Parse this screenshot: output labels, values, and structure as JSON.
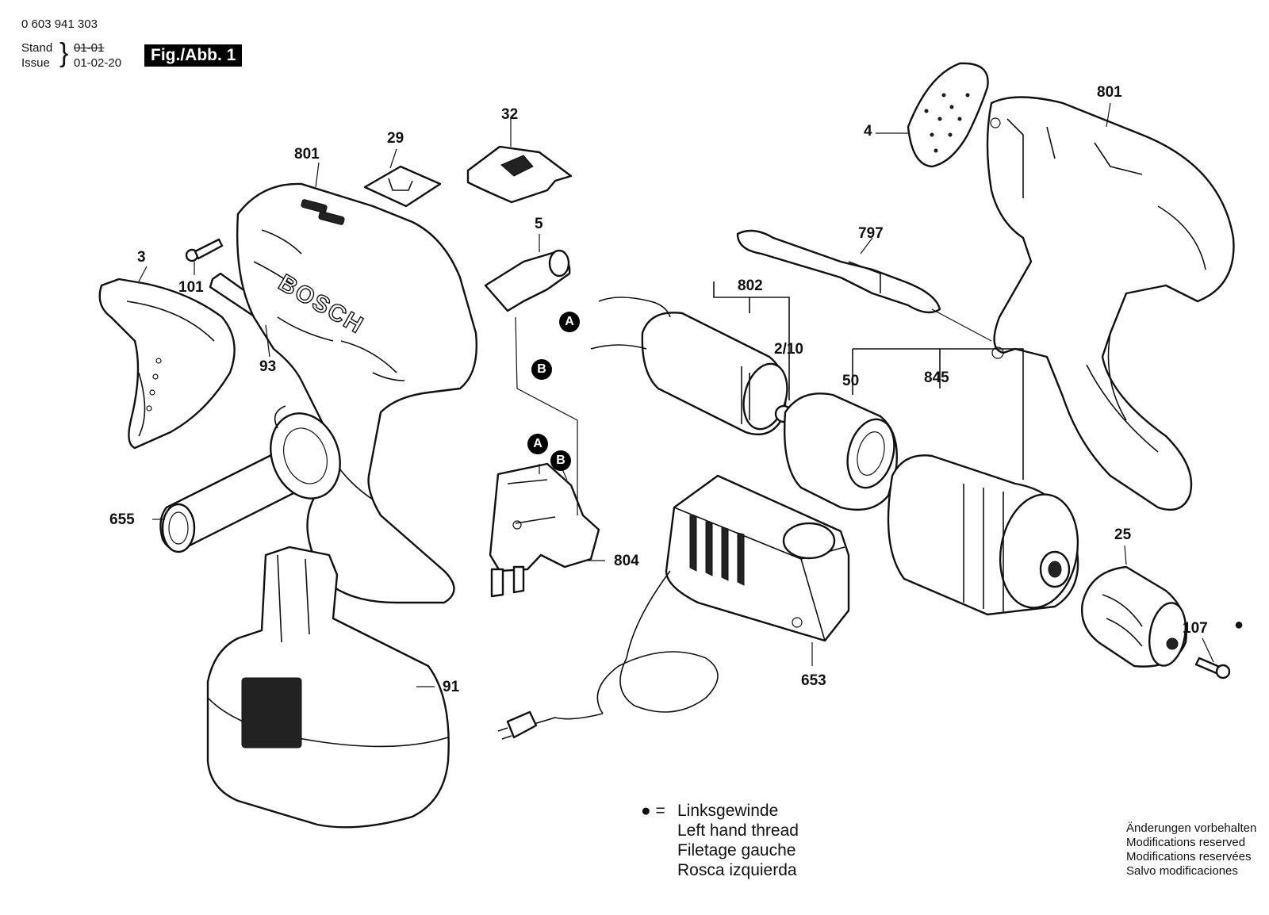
{
  "header": {
    "part_number": "0 603 941 303",
    "stand_label": "Stand",
    "issue_label": "Issue",
    "old_date": "01-01",
    "issue_date": "01-02-20",
    "fig_label": "Fig./Abb. 1"
  },
  "brand": "BOSCH",
  "parts": [
    {
      "id": "3",
      "label": "3"
    },
    {
      "id": "4",
      "label": "4"
    },
    {
      "id": "5",
      "label": "5"
    },
    {
      "id": "25",
      "label": "25"
    },
    {
      "id": "29",
      "label": "29"
    },
    {
      "id": "32",
      "label": "32"
    },
    {
      "id": "50",
      "label": "50"
    },
    {
      "id": "91",
      "label": "91"
    },
    {
      "id": "93",
      "label": "93"
    },
    {
      "id": "101",
      "label": "101"
    },
    {
      "id": "107",
      "label": "107"
    },
    {
      "id": "653",
      "label": "653"
    },
    {
      "id": "655",
      "label": "655"
    },
    {
      "id": "797",
      "label": "797"
    },
    {
      "id": "801a",
      "label": "801"
    },
    {
      "id": "801b",
      "label": "801"
    },
    {
      "id": "802",
      "label": "802"
    },
    {
      "id": "804",
      "label": "804"
    },
    {
      "id": "845",
      "label": "845"
    },
    {
      "id": "2_10",
      "label": "2/10"
    }
  ],
  "connectors": {
    "a": "A",
    "b": "B"
  },
  "legend": {
    "symbol": "●",
    "equals": "=",
    "lines": [
      "Linksgewinde",
      "Left hand thread",
      "Filetage gauche",
      "Rosca izquierda"
    ]
  },
  "modifications": [
    "Änderungen vorbehalten",
    "Modifications reserved",
    "Modifications reservées",
    "Salvo modificaciones"
  ]
}
